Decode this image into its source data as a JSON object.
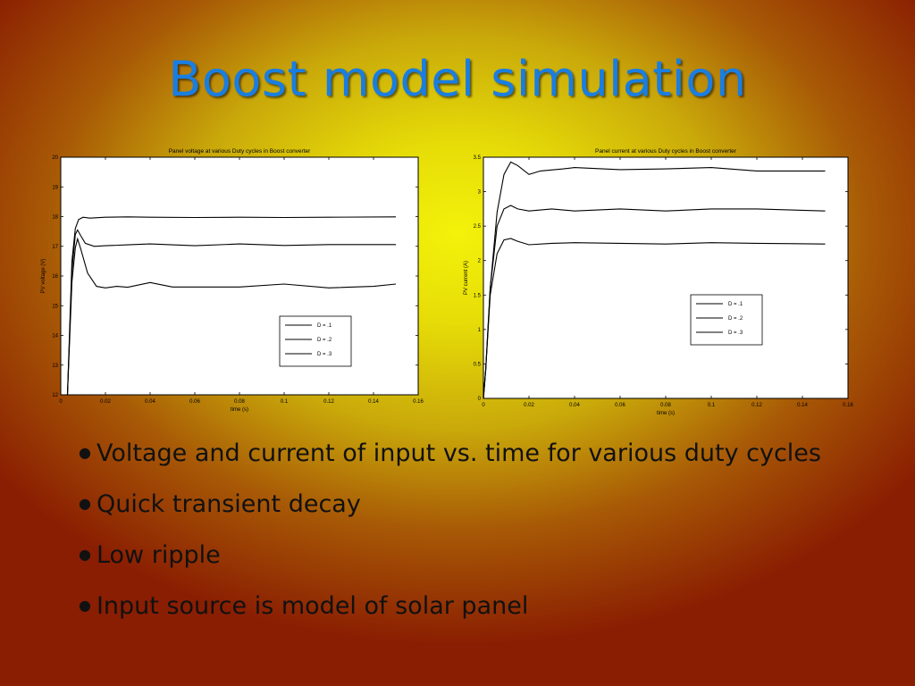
{
  "slide": {
    "title": "Boost model simulation",
    "bullets": [
      "Voltage and current of input vs. time for various duty cycles",
      "Quick transient decay",
      "Low ripple",
      "Input source is model of solar panel"
    ]
  },
  "chart_data": [
    {
      "type": "line",
      "title": "Panel voltage at various Duty cycles in Boost converter",
      "xlabel": "time (s)",
      "ylabel": "PV voltage (V)",
      "xlim": [
        0,
        0.16
      ],
      "ylim": [
        12,
        20
      ],
      "xticks": [
        0,
        0.02,
        0.04,
        0.06,
        0.08,
        0.1,
        0.12,
        0.14,
        0.16
      ],
      "xtick_labels": [
        "0",
        "0.02",
        "0.04",
        "0.06",
        "0.08",
        "0.1",
        "0.12",
        "0.14",
        "0.16"
      ],
      "yticks": [
        12,
        13,
        14,
        15,
        16,
        17,
        18,
        19,
        20
      ],
      "ytick_labels": [
        "12",
        "13",
        "14",
        "15",
        "16",
        "17",
        "18",
        "19",
        "20"
      ],
      "grid": false,
      "legend": "lower-right",
      "series": [
        {
          "name": "D = .1",
          "x": [
            0.003,
            0.005,
            0.0065,
            0.008,
            0.01,
            0.013,
            0.02,
            0.03,
            0.04,
            0.06,
            0.08,
            0.1,
            0.12,
            0.15
          ],
          "y": [
            12,
            16.5,
            17.6,
            17.9,
            17.98,
            17.95,
            17.98,
            17.99,
            17.98,
            17.97,
            17.98,
            17.97,
            17.98,
            17.99
          ]
        },
        {
          "name": "D = .2",
          "x": [
            0.003,
            0.005,
            0.0065,
            0.0075,
            0.009,
            0.011,
            0.015,
            0.02,
            0.03,
            0.04,
            0.06,
            0.08,
            0.1,
            0.12,
            0.15
          ],
          "y": [
            12,
            16.2,
            17.4,
            17.55,
            17.35,
            17.1,
            17.0,
            17.02,
            17.05,
            17.08,
            17.02,
            17.08,
            17.03,
            17.06,
            17.06
          ]
        },
        {
          "name": "D = .3",
          "x": [
            0.003,
            0.005,
            0.0065,
            0.0075,
            0.009,
            0.012,
            0.016,
            0.02,
            0.025,
            0.03,
            0.04,
            0.05,
            0.06,
            0.08,
            0.1,
            0.12,
            0.14,
            0.15
          ],
          "y": [
            12,
            15.8,
            16.95,
            17.25,
            16.9,
            16.1,
            15.65,
            15.6,
            15.65,
            15.62,
            15.78,
            15.63,
            15.63,
            15.63,
            15.73,
            15.6,
            15.65,
            15.73
          ]
        }
      ]
    },
    {
      "type": "line",
      "title": "Panel current at various Duty cycles in Boost converter",
      "xlabel": "time (s)",
      "ylabel": "PV current (A)",
      "xlim": [
        0,
        0.16
      ],
      "ylim": [
        0,
        3.5
      ],
      "xticks": [
        0,
        0.02,
        0.04,
        0.06,
        0.08,
        0.1,
        0.12,
        0.14,
        0.16
      ],
      "xtick_labels": [
        "0",
        "0.02",
        "0.04",
        "0.06",
        "0.08",
        "0.1",
        "0.12",
        "0.14",
        "0.16"
      ],
      "yticks": [
        0,
        0.5,
        1,
        1.5,
        2,
        2.5,
        3,
        3.5
      ],
      "ytick_labels": [
        "0",
        "0.5",
        "1",
        "1.5",
        "2",
        "2.5",
        "3",
        "3.5"
      ],
      "grid": false,
      "legend": "center-right",
      "series": [
        {
          "name": "D = .1",
          "x": [
            0,
            0.001,
            0.003,
            0.006,
            0.009,
            0.012,
            0.015,
            0.02,
            0.025,
            0.035,
            0.04,
            0.06,
            0.08,
            0.1,
            0.12,
            0.15
          ],
          "y": [
            0,
            0.4,
            1.6,
            2.7,
            3.25,
            3.43,
            3.38,
            3.25,
            3.3,
            3.33,
            3.35,
            3.32,
            3.33,
            3.35,
            3.3,
            3.3
          ]
        },
        {
          "name": "D = .2",
          "x": [
            0,
            0.001,
            0.003,
            0.006,
            0.009,
            0.012,
            0.015,
            0.02,
            0.03,
            0.04,
            0.06,
            0.08,
            0.1,
            0.12,
            0.15
          ],
          "y": [
            0,
            0.4,
            1.6,
            2.5,
            2.75,
            2.8,
            2.75,
            2.72,
            2.75,
            2.72,
            2.75,
            2.72,
            2.75,
            2.75,
            2.72
          ]
        },
        {
          "name": "D = .3",
          "x": [
            0,
            0.001,
            0.003,
            0.006,
            0.009,
            0.012,
            0.015,
            0.02,
            0.03,
            0.04,
            0.06,
            0.08,
            0.1,
            0.12,
            0.15
          ],
          "y": [
            0,
            0.4,
            1.5,
            2.1,
            2.3,
            2.32,
            2.28,
            2.23,
            2.25,
            2.26,
            2.25,
            2.24,
            2.26,
            2.25,
            2.24
          ]
        }
      ]
    }
  ]
}
